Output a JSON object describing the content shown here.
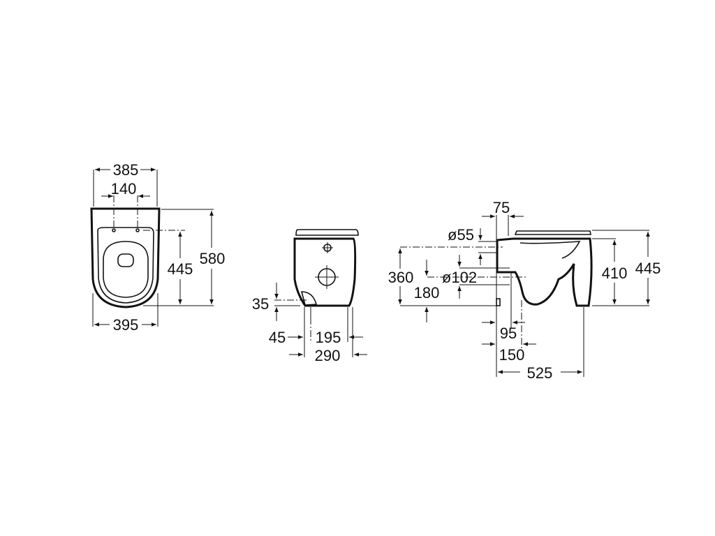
{
  "title": "Wall-hung toilet dimension drawing",
  "colors": {
    "line": "#111111",
    "background": "#ffffff"
  },
  "top_view": {
    "width_top": "385",
    "fixing_spacing": "140",
    "width_bottom": "395",
    "length": "580",
    "fixing_to_front": "445"
  },
  "front_view": {
    "inlet_height": "35",
    "inlet_offset": "45",
    "fixing_spacing": "195",
    "width": "290"
  },
  "side_view": {
    "wall_depth": "75",
    "inlet_diameter": "ø55",
    "inlet_height": "360",
    "outlet_diameter": "ø102",
    "outlet_height": "180",
    "bowl_height": "410",
    "total_height": "445",
    "outlet_offset": "95",
    "fixing_offset": "150",
    "projection": "525"
  }
}
